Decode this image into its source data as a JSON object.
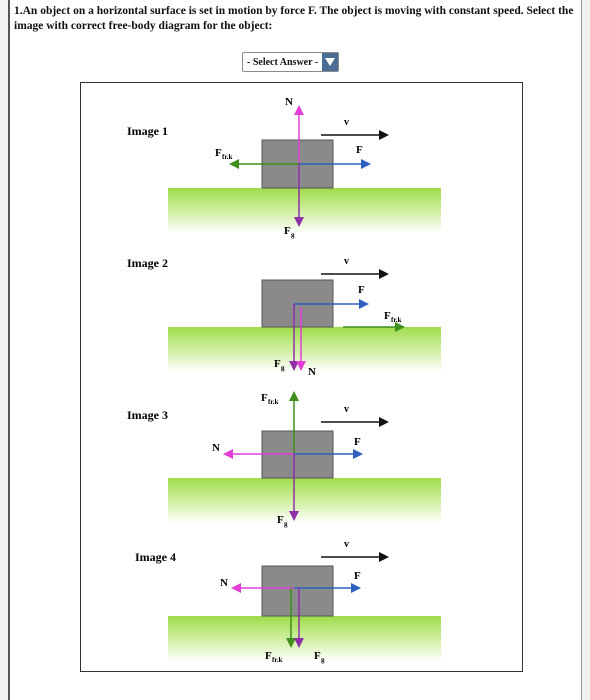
{
  "question": {
    "text": "1.An object on a horizontal surface is set in motion by force F. The object is moving with constant speed. Select the image with correct free-body diagram for the object:"
  },
  "select": {
    "label": "- Select Answer -",
    "arrow_icon": "chevron-down-icon"
  },
  "diagram": {
    "colors": {
      "normal": "#e23fd6",
      "gravity": "#8e2fa8",
      "applied": "#2c5fbf",
      "friction": "#3f8f1c",
      "velocity": "#111111",
      "block": "#8a8a8a",
      "grass_top": "#a8e05a",
      "grass_bottom": "#ffffff"
    },
    "images": [
      {
        "label": "Image 1",
        "v_label": "v",
        "force_labels": {
          "N": "N",
          "F": "F",
          "Fg": "F",
          "Fg_sub": "g",
          "Ffr": "F",
          "Ffr_sub": "fr.k"
        }
      },
      {
        "label": "Image 2",
        "v_label": "v",
        "force_labels": {
          "F": "F",
          "Fg": "F",
          "Fg_sub": "g",
          "N": "N",
          "Ffr": "F",
          "Ffr_sub": "fr.k"
        }
      },
      {
        "label": "Image 3",
        "v_label": "v",
        "force_labels": {
          "Ffr": "F",
          "Ffr_sub": "fr.k",
          "N": "N",
          "F": "F",
          "Fg": "F",
          "Fg_sub": "g"
        }
      },
      {
        "label": "Image 4",
        "v_label": "v",
        "force_labels": {
          "N": "N",
          "F": "F",
          "Ffr": "F",
          "Ffr_sub": "fr.k",
          "Fg": "F",
          "Fg_sub": "g"
        }
      }
    ]
  }
}
